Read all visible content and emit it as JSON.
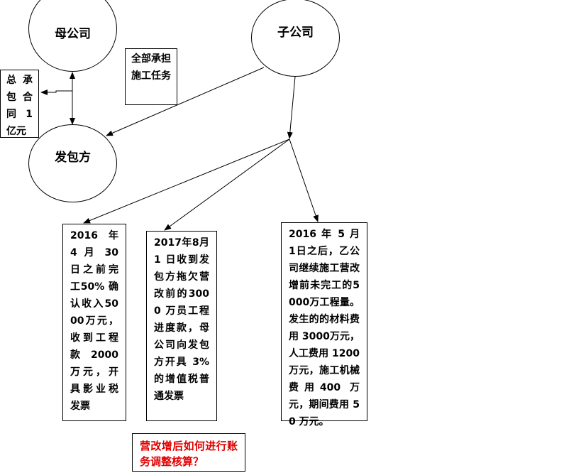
{
  "nodes": {
    "parent": "母公司",
    "subsidiary": "子公司",
    "client": "发包方"
  },
  "labels": {
    "contract": "总承包合同 1亿元",
    "all_tasks": "全部承担施工任务"
  },
  "boxes": {
    "before_reform": "2016 年 4 月 30 日之前完工50% 确认收入5000万元，收到工程款2000 万元，开具影业税发票",
    "arrears": "2017年8月1 日收到发包方拖欠营改前的3000 万员工程进度款，母公司向发包方开具 3%的增值税普通发票",
    "after_reform": "2016 年 5 月 1日之后，乙公司继续施工营改增前未完工的5000万工程量。发生的的材料费用 3000万元，人工费用 1200 万元，施工机械费用400 万元，期间费用 50 万元。"
  },
  "question": "营改增后如何进行账务调整核算？",
  "colors": {
    "question": "#e00000"
  }
}
